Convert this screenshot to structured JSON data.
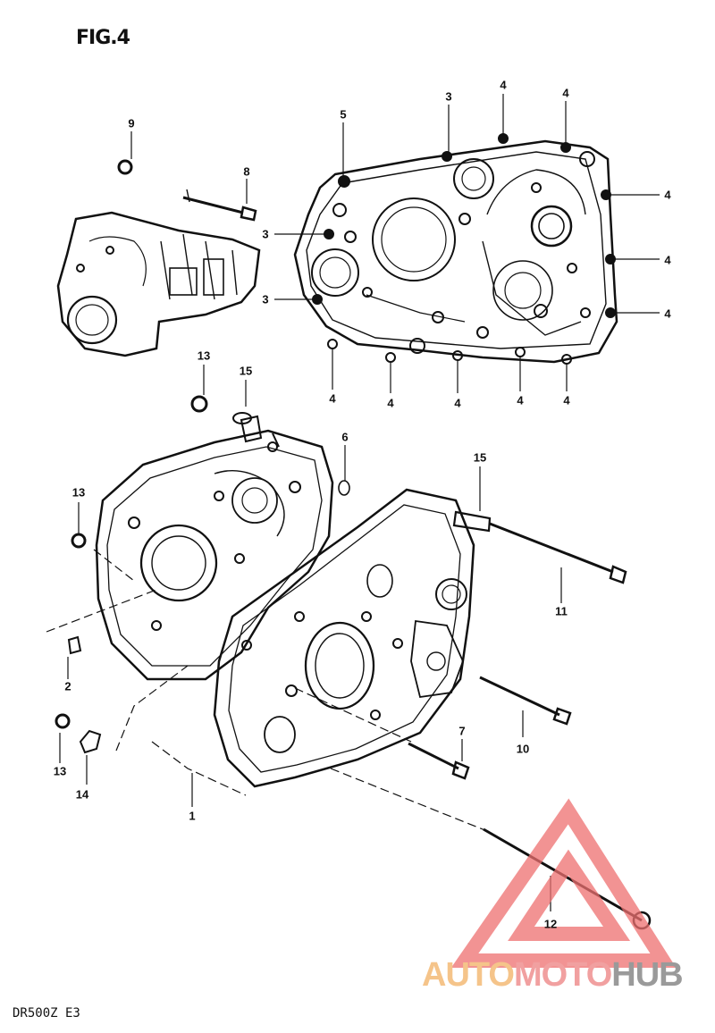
{
  "figure": {
    "title": "FIG.4",
    "model": "DR500Z E3"
  },
  "callouts": [
    {
      "label": "9"
    },
    {
      "label": "8"
    },
    {
      "label": "5"
    },
    {
      "label": "3"
    },
    {
      "label": "4"
    },
    {
      "label": "4"
    },
    {
      "label": "3"
    },
    {
      "label": "4"
    },
    {
      "label": "4"
    },
    {
      "label": "3"
    },
    {
      "label": "4"
    },
    {
      "label": "4"
    },
    {
      "label": "4"
    },
    {
      "label": "4"
    },
    {
      "label": "4"
    },
    {
      "label": "4"
    },
    {
      "label": "13"
    },
    {
      "label": "15"
    },
    {
      "label": "6"
    },
    {
      "label": "13"
    },
    {
      "label": "15"
    },
    {
      "label": "11"
    },
    {
      "label": "2"
    },
    {
      "label": "10"
    },
    {
      "label": "7"
    },
    {
      "label": "13"
    },
    {
      "label": "14"
    },
    {
      "label": "1"
    },
    {
      "label": "12"
    }
  ],
  "watermark": {
    "part1": "AUTO",
    "part2": "MOTO",
    "part3": "HUB",
    "colors": {
      "auto": "#f5c48a",
      "moto": "#f1a0a0",
      "hub": "#9a9a9a",
      "logo": "#ee7070"
    }
  }
}
